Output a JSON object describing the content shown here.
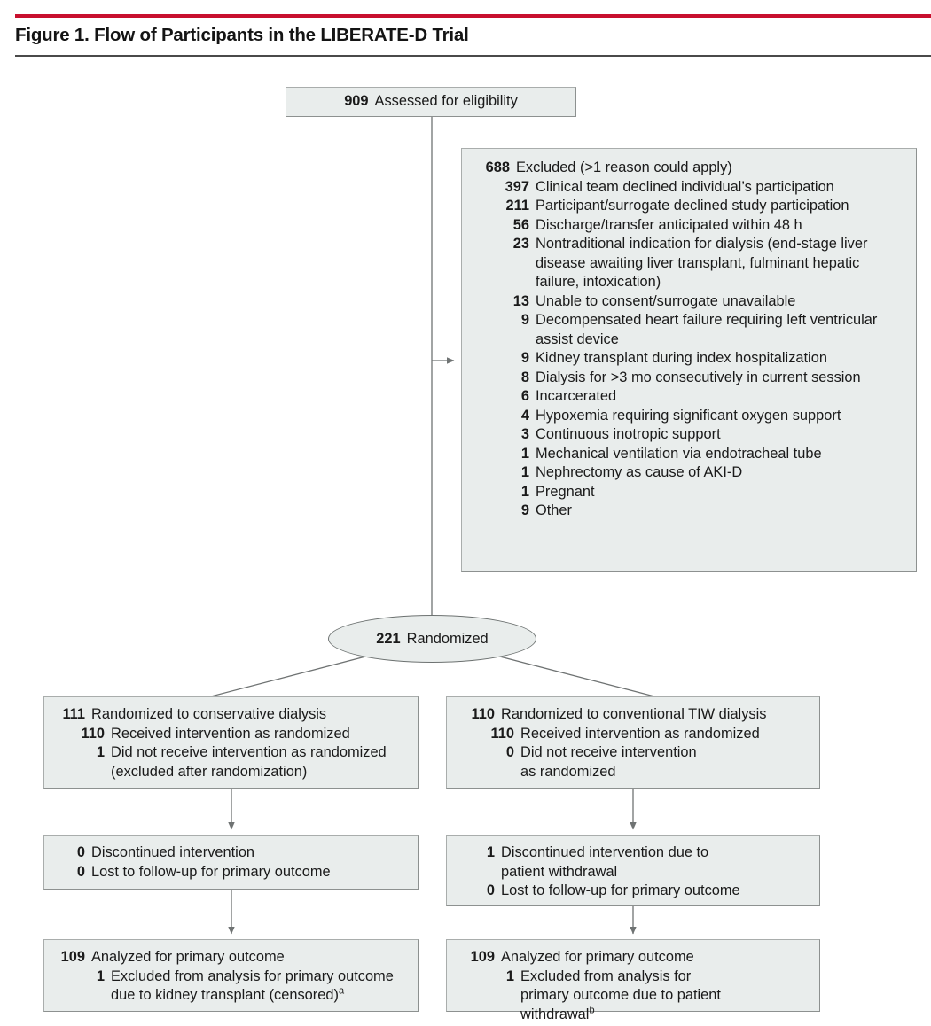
{
  "figure": {
    "title": "Figure 1. Flow of Participants in the LIBERATE-D Trial",
    "accent_color": "#c8102e",
    "box_fill": "#e9edec",
    "box_border": "#a9adac",
    "text_color": "#1a1a1a"
  },
  "nodes": {
    "assessed": {
      "num": "909",
      "text": "Assessed for eligibility"
    },
    "excluded": {
      "num": "688",
      "text": "Excluded (>1 reason could apply)",
      "reasons": [
        {
          "num": "397",
          "text": "Clinical team declined individual’s participation"
        },
        {
          "num": "211",
          "text": "Participant/surrogate declined study participation"
        },
        {
          "num": "56",
          "text": "Discharge/transfer anticipated within 48 h"
        },
        {
          "num": "23",
          "text": "Nontraditional indication for dialysis (end-stage liver disease awaiting liver transplant, fulminant hepatic failure, intoxication)"
        },
        {
          "num": "13",
          "text": "Unable to consent/surrogate unavailable"
        },
        {
          "num": "9",
          "text": "Decompensated heart failure requiring left ventricular assist device"
        },
        {
          "num": "9",
          "text": "Kidney transplant during index hospitalization"
        },
        {
          "num": "8",
          "text": "Dialysis for >3 mo consecutively in current session"
        },
        {
          "num": "6",
          "text": "Incarcerated"
        },
        {
          "num": "4",
          "text": "Hypoxemia requiring significant oxygen support"
        },
        {
          "num": "3",
          "text": "Continuous inotropic support"
        },
        {
          "num": "1",
          "text": "Mechanical ventilation via endotracheal tube"
        },
        {
          "num": "1",
          "text": "Nephrectomy as cause of AKI-D"
        },
        {
          "num": "1",
          "text": "Pregnant"
        },
        {
          "num": "9",
          "text": "Other"
        }
      ]
    },
    "randomized": {
      "num": "221",
      "text": "Randomized"
    },
    "left_arm": {
      "allocation": {
        "num": "111",
        "text": "Randomized to conservative dialysis",
        "sub": [
          {
            "num": "110",
            "text": "Received intervention as randomized"
          },
          {
            "num": "1",
            "text": "Did not receive intervention as randomized (excluded after randomization)"
          }
        ]
      },
      "followup": [
        {
          "num": "0",
          "text": "Discontinued intervention"
        },
        {
          "num": "0",
          "text": "Lost to follow-up for primary outcome"
        }
      ],
      "analysis": {
        "num": "109",
        "text": "Analyzed for primary outcome",
        "sub": [
          {
            "num": "1",
            "text": "Excluded from analysis for primary outcome due to kidney transplant (censored)",
            "footnote": "a"
          }
        ]
      }
    },
    "right_arm": {
      "allocation": {
        "num": "110",
        "text": "Randomized to conventional TIW dialysis",
        "sub": [
          {
            "num": "110",
            "text": "Received intervention as randomized"
          },
          {
            "num": "0",
            "text": "Did not receive intervention as randomized"
          }
        ]
      },
      "followup": [
        {
          "num": "1",
          "text": "Discontinued intervention due to patient withdrawal"
        },
        {
          "num": "0",
          "text": "Lost to follow-up for primary outcome"
        }
      ],
      "analysis": {
        "num": "109",
        "text": "Analyzed for primary outcome",
        "sub": [
          {
            "num": "1",
            "text": "Excluded from analysis for primary outcome due to patient withdrawal",
            "footnote": "b"
          }
        ]
      }
    }
  }
}
